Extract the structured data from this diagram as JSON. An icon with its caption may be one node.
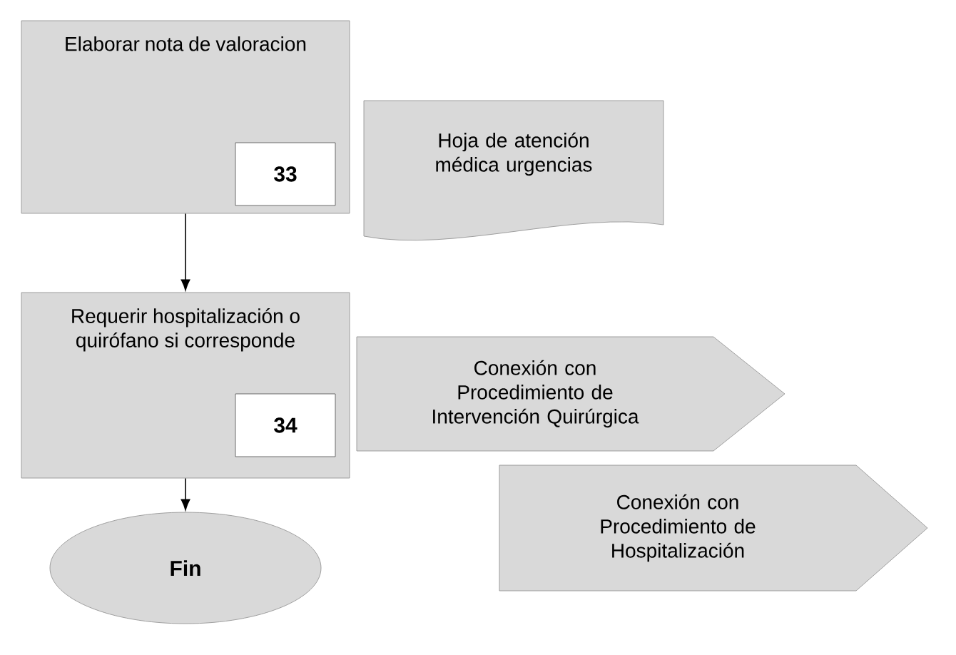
{
  "diagram": {
    "nodes": [
      {
        "text": [
          "Elaborar nota de valoracion"
        ]
      },
      {
        "text": [
          "33"
        ],
        "in": 0
      },
      {
        "text": [
          "Hoja de atención médica urgencias"
        ]
      },
      {
        "text": [
          "Requerir hospitalización o quirófano si corresponde"
        ]
      },
      {
        "text": [
          "34"
        ],
        "in": 3
      },
      {
        "text": [
          "Conexión con Procedimiento de Intervención Quirúrgica"
        ]
      },
      {
        "text": [
          "Conexión con Procedimiento de Hospitalización"
        ]
      },
      {
        "text": [
          "Fin"
        ]
      }
    ],
    "edges": [
      {
        "from": 0,
        "to": 3,
        "arrow": "to"
      },
      {
        "from": 3,
        "to": 7,
        "arrow": "to"
      }
    ]
  }
}
